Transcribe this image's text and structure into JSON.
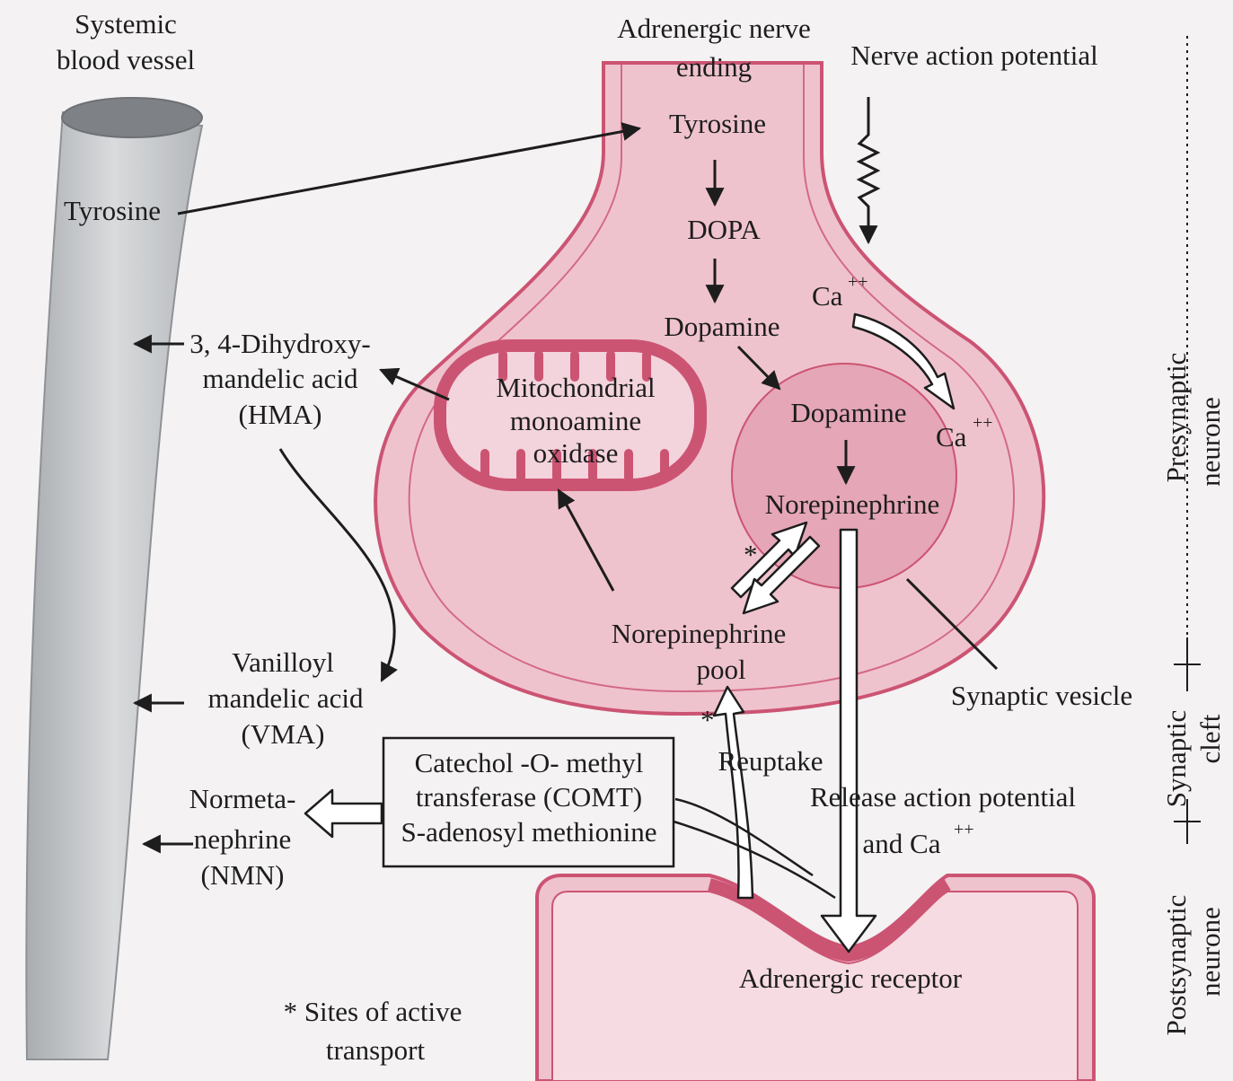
{
  "blood_vessel": {
    "title_line1": "Systemic",
    "title_line2": "blood vessel",
    "tyrosine": "Tyrosine"
  },
  "nerve_ending": {
    "title_line1": "Adrenergic nerve",
    "title_line2": "ending",
    "action_potential": "Nerve action potential",
    "tyrosine": "Tyrosine",
    "dopa": "DOPA",
    "dopamine": "Dopamine",
    "ca": "Ca",
    "ca_sup": "++",
    "vesicle_dopamine": "Dopamine",
    "vesicle_ca": "Ca",
    "vesicle_ca_sup": "++",
    "norepinephrine": "Norepinephrine",
    "pool_line1": "Norepinephrine",
    "pool_line2": "pool",
    "mito_line1": "Mitochondrial",
    "mito_line2": "monoamine",
    "mito_line3": "oxidase"
  },
  "metabolites": {
    "dhma_line1": "3, 4-Dihydroxy-",
    "dhma_line2": "mandelic acid",
    "dhma_line3": "(HMA)",
    "vma_line1": "Vanilloyl",
    "vma_line2": "mandelic acid",
    "vma_line3": "(VMA)",
    "nmn_line1": "Normeta-",
    "nmn_line2": "nephrine",
    "nmn_line3": "(NMN)"
  },
  "comt_box": {
    "line1": "Catechol -O- methyl",
    "line2": "transferase (COMT)",
    "line3": "S-adenosyl methionine"
  },
  "cleft": {
    "reuptake": "Reuptake",
    "release_line1": "Release action potential",
    "release_line2": "and Ca",
    "release_sup": "++",
    "star1": "*",
    "star2": "*"
  },
  "receptor": {
    "label": "Adrenergic receptor"
  },
  "synaptic_vesicle": {
    "label": "Synaptic vesicle"
  },
  "side_labels": {
    "presynaptic_line1": "Presynaptic",
    "presynaptic_line2": "neurone",
    "cleft_line1": "Synaptic",
    "cleft_line2": "cleft",
    "postsynaptic_line1": "Postsynaptic",
    "postsynaptic_line2": "neurone"
  },
  "footnote": {
    "line1": "* Sites of active",
    "line2": "transport"
  },
  "colors": {
    "pink_fill": "#efc3ce",
    "pink_dark": "#cc5473",
    "vessel": "#cdcfd2",
    "vessel_dark": "#a4a7ab",
    "ink": "#1d1d1d"
  }
}
